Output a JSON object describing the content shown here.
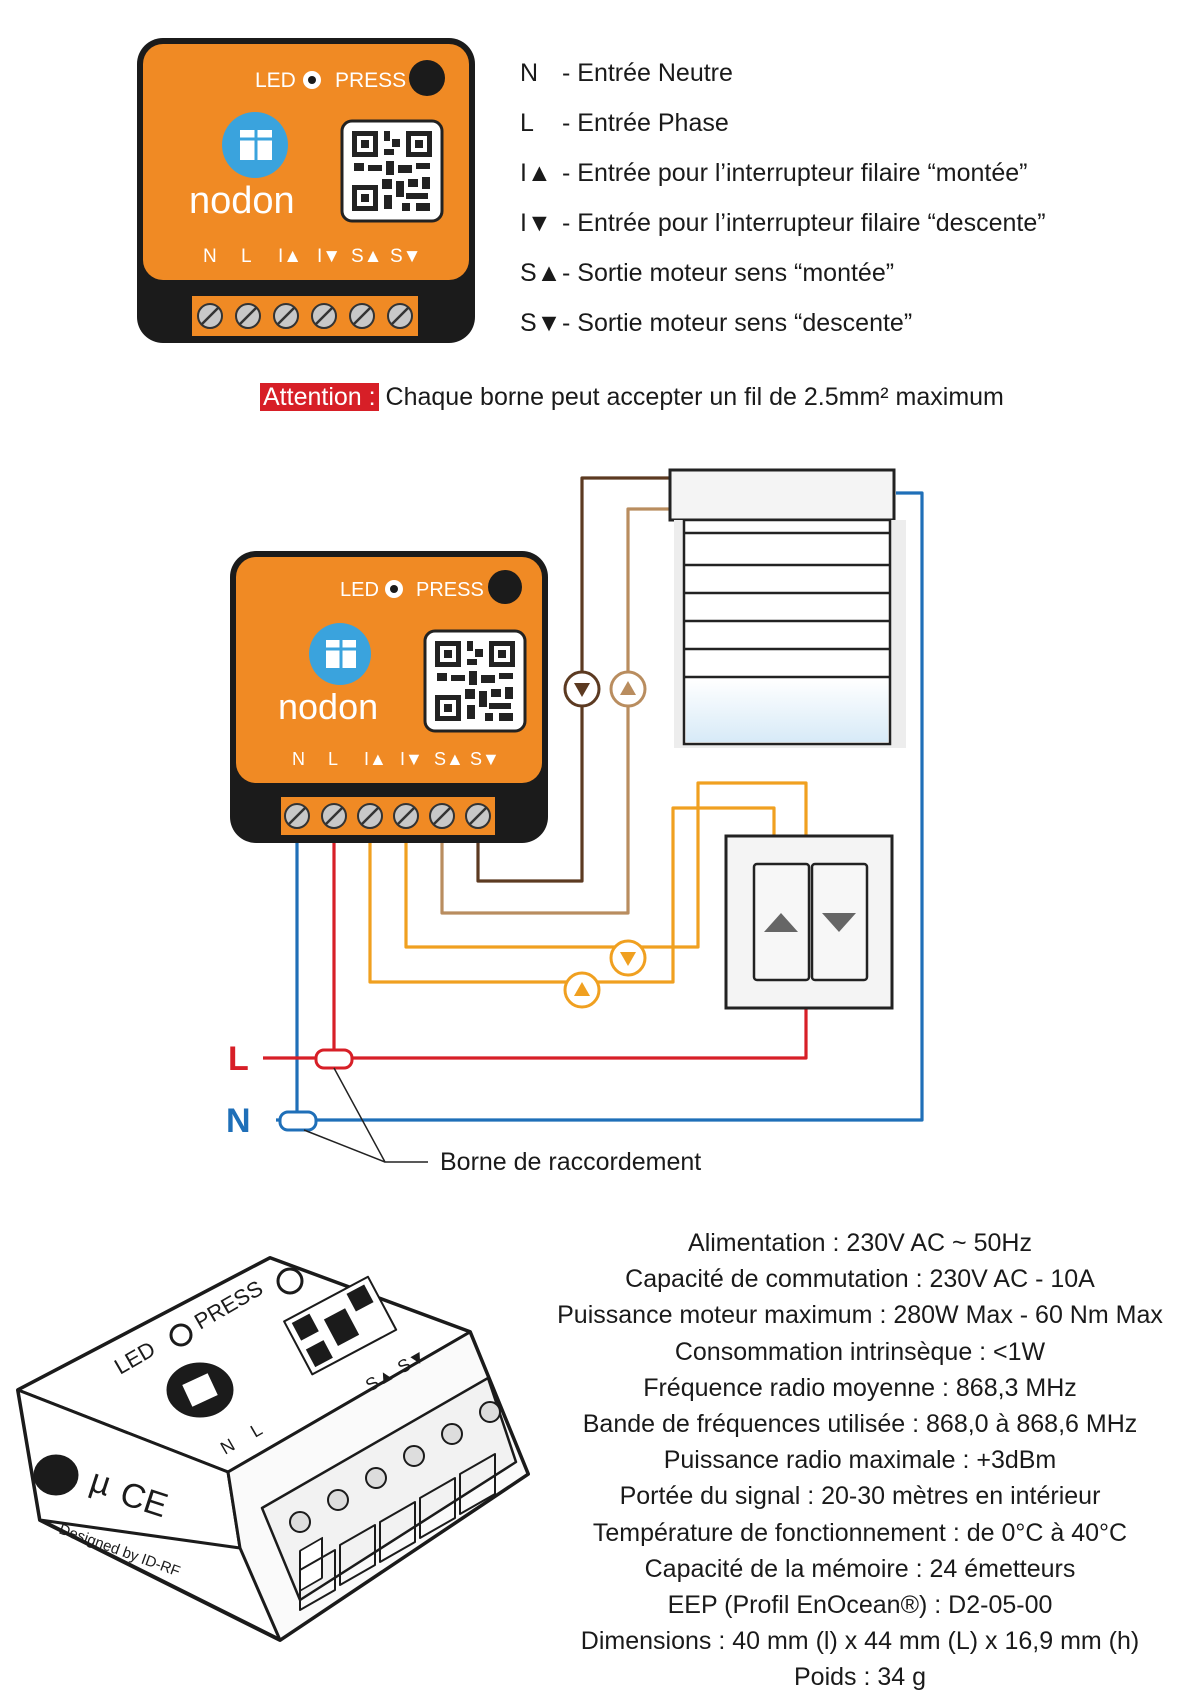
{
  "device": {
    "led_label": "LED",
    "press_label": "PRESS",
    "brand": "nodon",
    "terminals": [
      "N",
      "L",
      "I▲",
      "I▼",
      "S▲",
      "S▼"
    ]
  },
  "legend": [
    {
      "symbol": "N",
      "text": "- Entrée Neutre"
    },
    {
      "symbol": "L",
      "text": "- Entrée Phase"
    },
    {
      "symbol": "I▲",
      "text": "- Entrée pour l’interrupteur filaire “montée”"
    },
    {
      "symbol": "I▼",
      "text": "- Entrée pour l’interrupteur filaire “descente”"
    },
    {
      "symbol": "S▲",
      "text": "- Sortie moteur sens “montée”"
    },
    {
      "symbol": "S▼",
      "text": "- Sortie moteur sens “descente”"
    }
  ],
  "attention": {
    "tag": "Attention :",
    "text": " Chaque borne peut accepter un fil de 2.5mm² maximum"
  },
  "wiring": {
    "l_label": "L",
    "n_label": "N",
    "connector_label": "Borne de raccordement",
    "colors": {
      "brown": "#5c3a21",
      "tan": "#b98d5f",
      "orange": "#f0a020",
      "red": "#d71f27",
      "blue": "#1f6fb8",
      "device": "#f08a24"
    }
  },
  "product": {
    "text_marks": [
      "LED",
      "PRESS",
      "N",
      "L",
      "S▲",
      "S▼",
      "µ",
      "CE",
      "Designed by ID-RF"
    ]
  },
  "specs": [
    "Alimentation : 230V AC ~ 50Hz",
    "Capacité de commutation : 230V AC - 10A",
    "Puissance moteur maximum : 280W Max - 60 Nm Max",
    "Consommation intrinsèque : <1W",
    "Fréquence radio moyenne : 868,3 MHz",
    "Bande de fréquences utilisée : 868,0 à 868,6 MHz",
    "Puissance radio maximale : +3dBm",
    "Portée du signal : 20-30 mètres en intérieur",
    "Température de fonctionnement : de 0°C à 40°C",
    "Capacité de la mémoire : 24 émetteurs",
    "EEP (Profil EnOcean®) : D2-05-00",
    "Dimensions : 40 mm (l) x 44 mm (L) x 16,9 mm (h)",
    "Poids : 34 g"
  ]
}
